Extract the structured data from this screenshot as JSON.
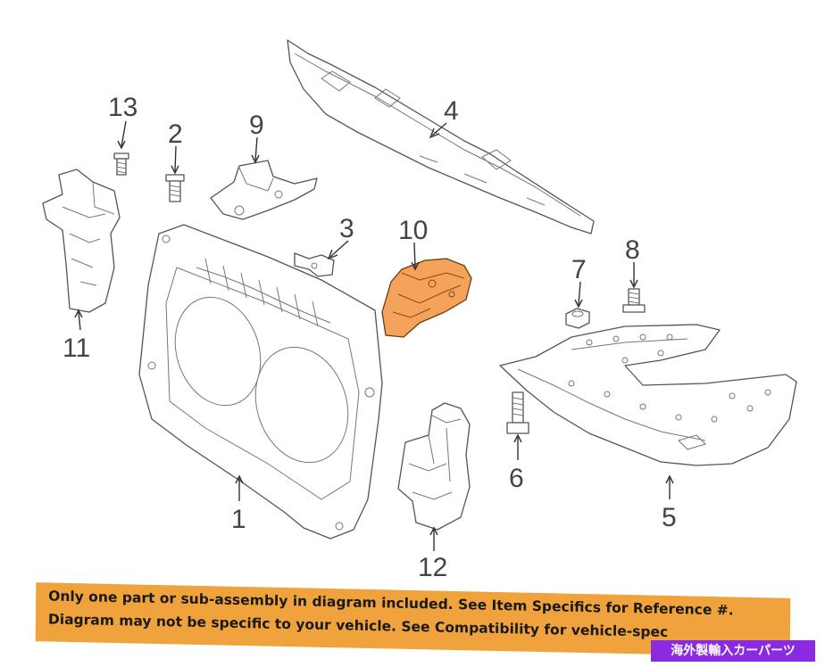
{
  "diagram": {
    "callouts": {
      "c1": "1",
      "c2": "2",
      "c3": "3",
      "c4": "4",
      "c5": "5",
      "c6": "6",
      "c7": "7",
      "c8": "8",
      "c9": "9",
      "c10": "10",
      "c11": "11",
      "c12": "12",
      "c13": "13"
    },
    "highlighted_part": "10",
    "highlight_color": "#f5a25a",
    "line_color": "#555555"
  },
  "notice": {
    "line1": "Only one part or sub-assembly in diagram included. See Item Specifics for Reference #.",
    "line2": "Diagram may not be specific to your vehicle. See Compatibility for vehicle-spec",
    "background": "#f0a23c"
  },
  "watermark": {
    "text": "海外製輸入カーパーツ",
    "background": "#8a2be2"
  }
}
